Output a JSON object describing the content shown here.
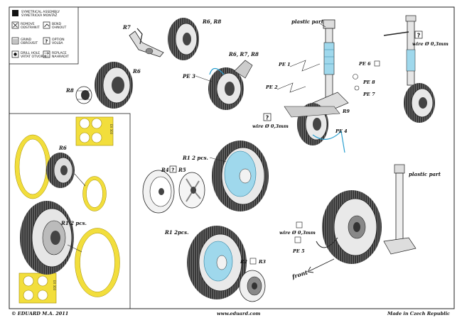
{
  "legend": [
    {
      "icon": "symmetrical-assembly-icon",
      "line1": "SYMETRICAL ASSEMBLY",
      "line2": "SYMETRICKÁ MONTÁŽ"
    },
    {
      "icon": "remove-icon",
      "line1": "REMOVE",
      "line2": "ODSTRANIT"
    },
    {
      "icon": "bend-icon",
      "line1": "BEND",
      "line2": "OHNOUT"
    },
    {
      "icon": "grind-icon",
      "line1": "GRIND",
      "line2": "OBROUSIT"
    },
    {
      "icon": "option-icon",
      "line1": "OPTION",
      "line2": "VOLBA"
    },
    {
      "icon": "drill-hole-icon",
      "line1": "DRILL HOLE",
      "line2": "VRTAT OTVOR"
    },
    {
      "icon": "replace-icon",
      "line1": "REPLACE",
      "line2": "NAHRADIT"
    }
  ],
  "labels": {
    "r7": "R7",
    "r6_r8": "R6, R8",
    "r6_top": "R6",
    "r8": "R8",
    "r6_r7_r8": "R6, R7, R8",
    "pe3": "PE 3",
    "plastic_part_top": "plastic part",
    "pe1": "PE 1",
    "pe2": "PE 2",
    "pe6": "PE 6",
    "pe8": "PE 8",
    "pe7": "PE 7",
    "r9": "R9",
    "wire_left": "wire Ø 0,3mm",
    "wire_right": "wire Ø 0,3mm",
    "pe4": "PE 4",
    "r6_mask": "R6",
    "r1_mask": "R1  2 pcs.",
    "r1_top": "R1  2 pcs.",
    "r4": "R4",
    "r5": "R5",
    "r1_bottom": "R1  2pcs.",
    "r2": "R2",
    "r3": "R3",
    "plastic_part_bottom": "plastic part",
    "wire_bottom": "wire Ø 0,3mm",
    "pe5": "PE 5",
    "front": "front",
    "mask_sheet_code_top": "EX 303",
    "mask_sheet_code_bottom": "EX 303"
  },
  "footer": {
    "copyright": "© EDUARD  M.A. 2011",
    "website": "www.eduard.com",
    "origin": "Made in Czech Republic"
  },
  "colors": {
    "mask_yellow": "#f2de3c",
    "mask_outline": "#a08a00",
    "photoetch_blue": "#9fd8ec",
    "wheel_dark": "#2a2a2a",
    "line": "#222222"
  }
}
